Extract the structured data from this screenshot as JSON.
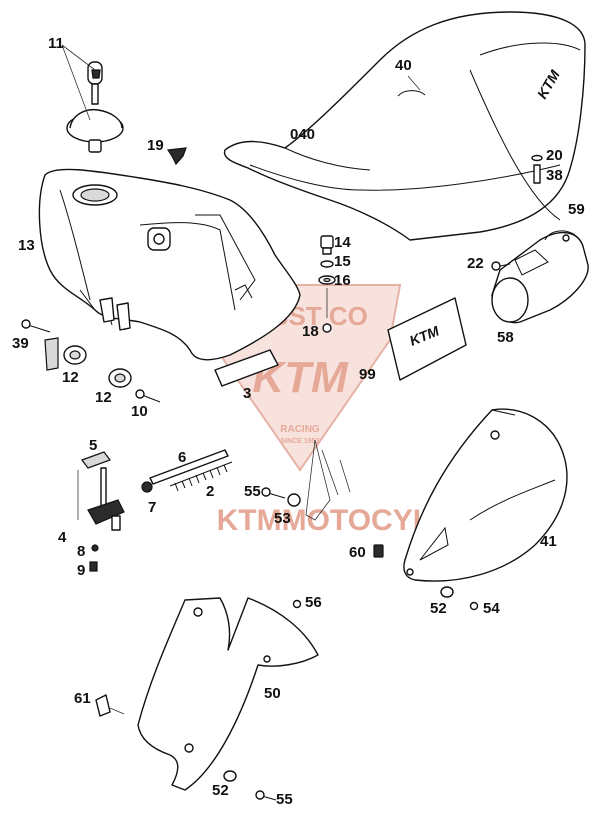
{
  "diagram": {
    "watermark": {
      "brand": "DUBST CO",
      "logo": "KTM",
      "sub1": "RACING",
      "sub2": "SINCE 1953",
      "site": "KTMMOTOCYKLE.PL",
      "color": "#e6a998"
    },
    "decal": {
      "seat_logo": "KTM",
      "tail_logo": "KTM"
    },
    "callouts": {
      "c11": "11",
      "c19": "19",
      "c13": "13",
      "c39": "39",
      "c12a": "12",
      "c12b": "12",
      "c10": "10",
      "c3": "3",
      "c14": "14",
      "c15": "15",
      "c16": "16",
      "c18": "18",
      "c40": "40",
      "c040": "040",
      "c20": "20",
      "c38": "38",
      "c59": "59",
      "c22": "22",
      "c58": "58",
      "c99": "99",
      "c5": "5",
      "c6": "6",
      "c2": "2",
      "c7": "7",
      "c4": "4",
      "c8": "8",
      "c9": "9",
      "c55a": "55",
      "c53": "53",
      "c41": "41",
      "c60": "60",
      "c52a": "52",
      "c54": "54",
      "c56": "56",
      "c50": "50",
      "c61": "61",
      "c52b": "52",
      "c55b": "55"
    }
  }
}
